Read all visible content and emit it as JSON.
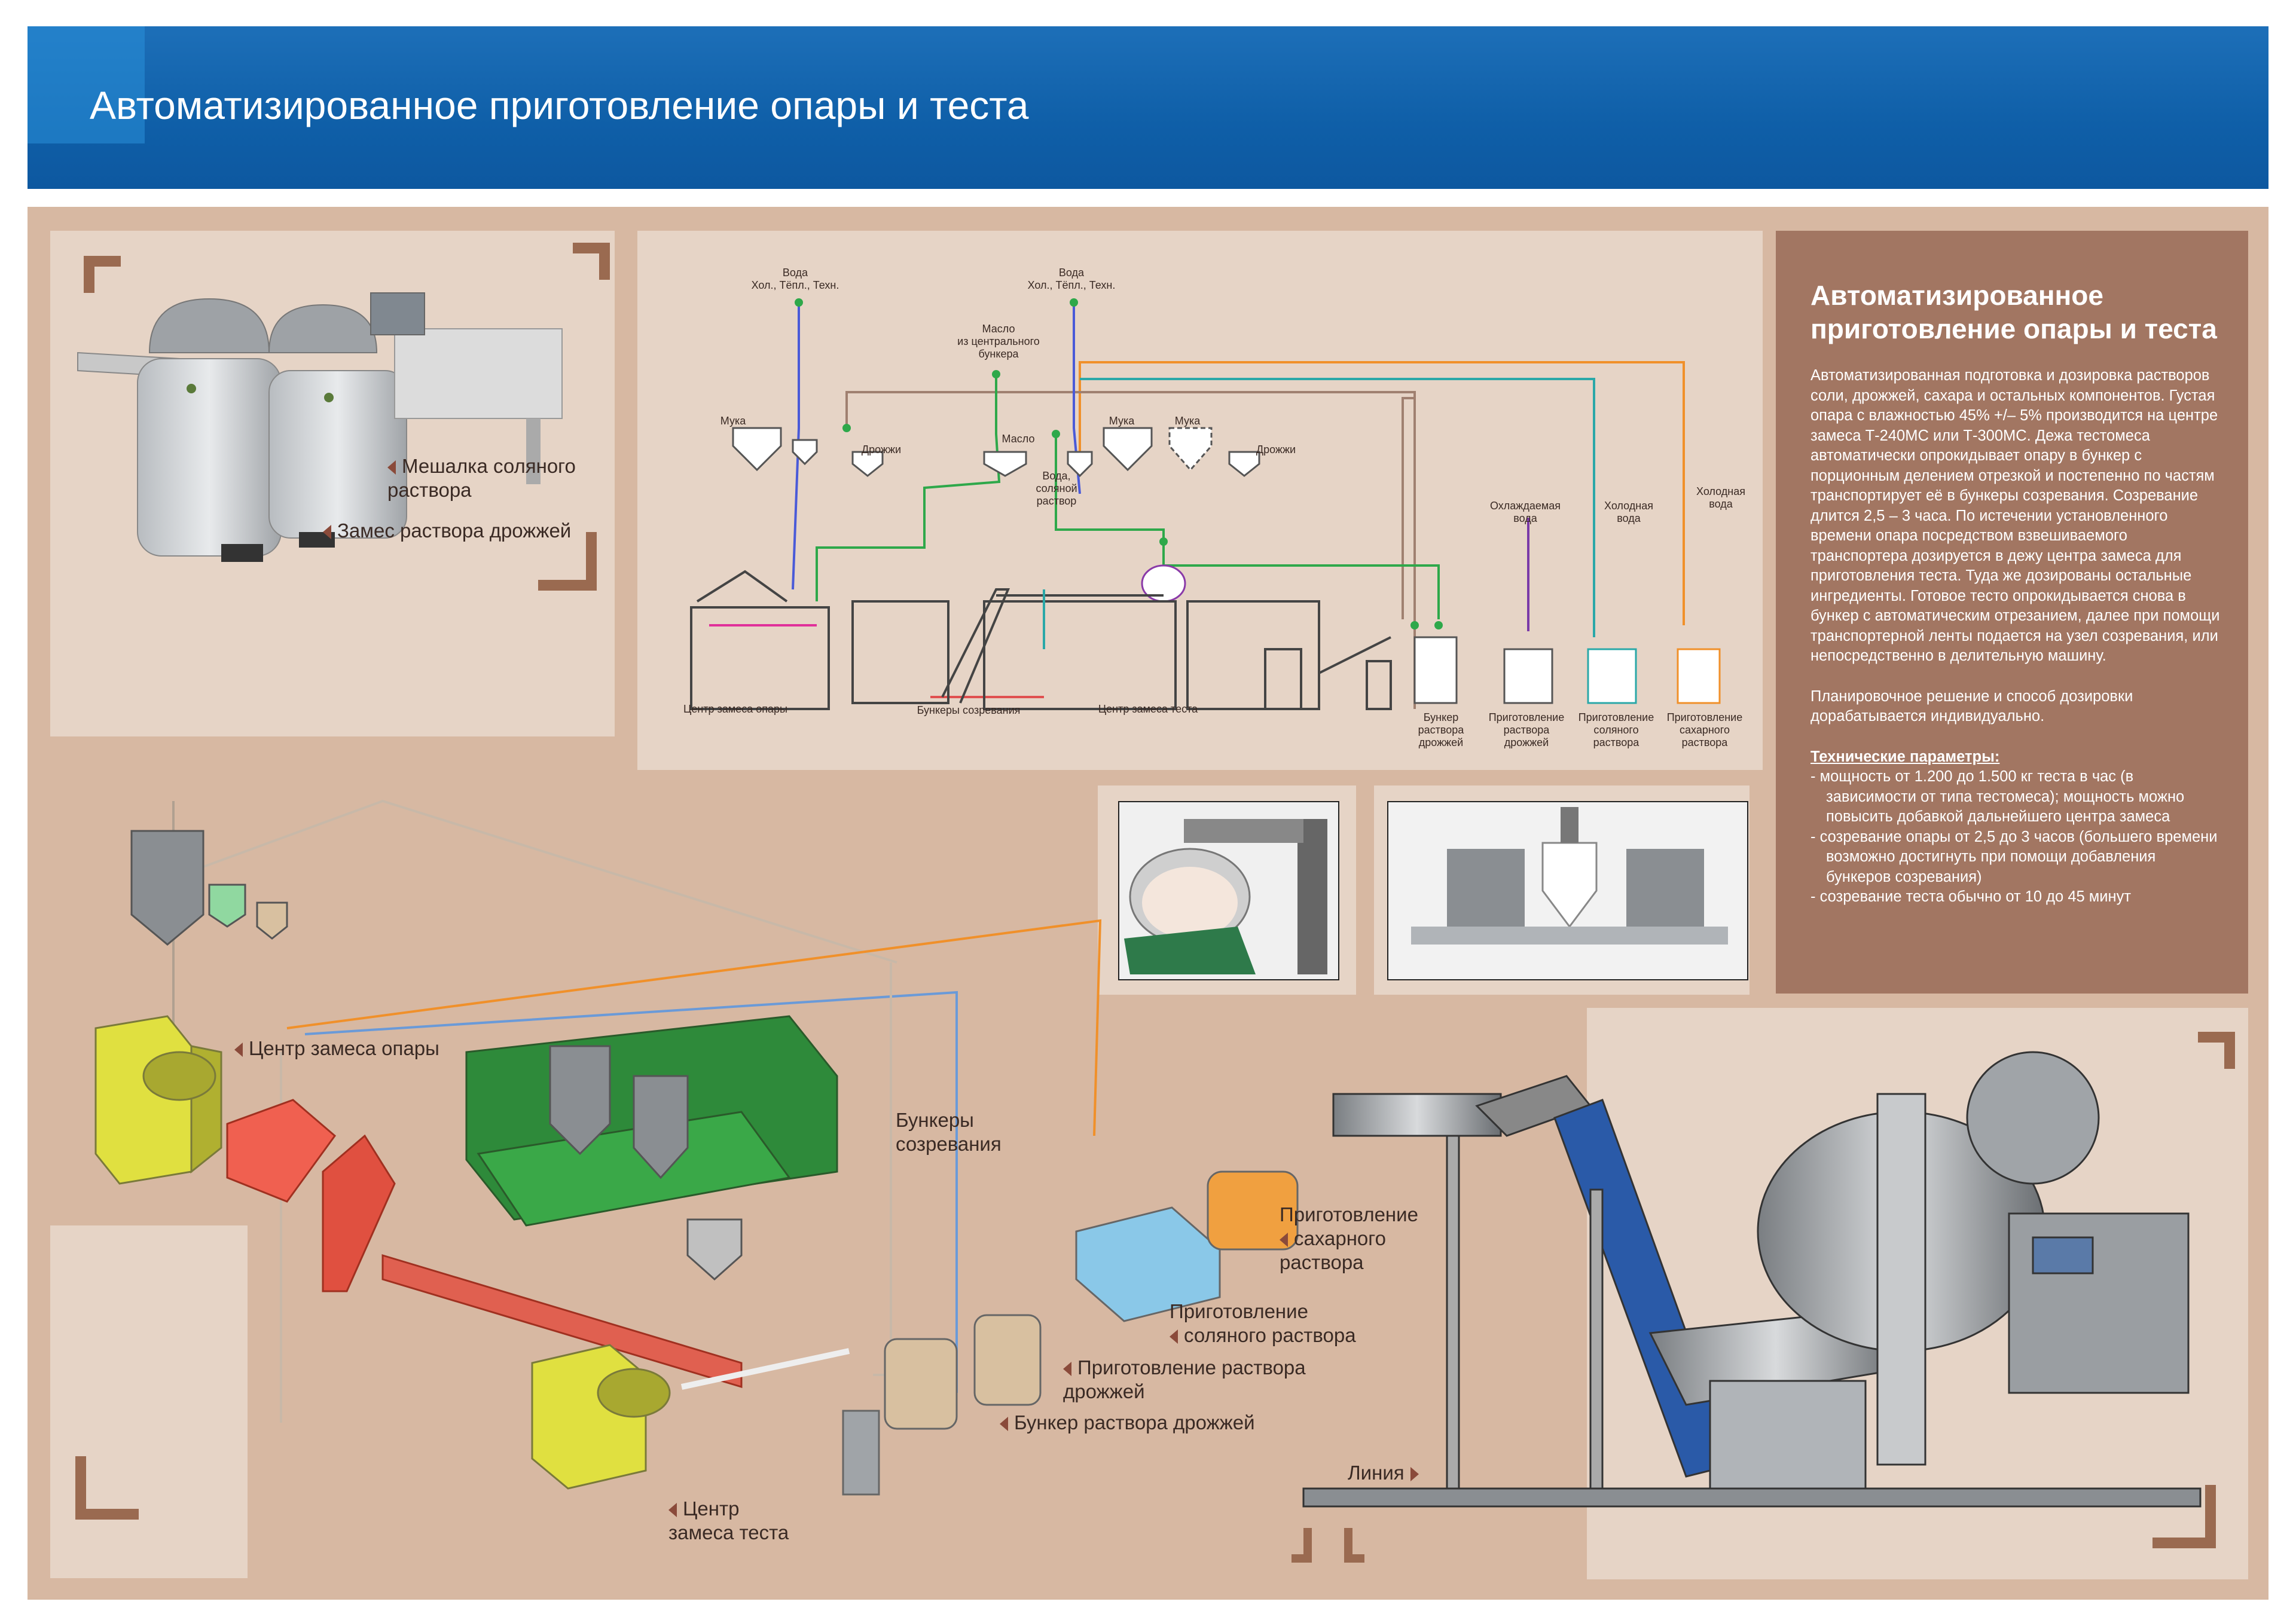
{
  "header": {
    "title": "Автоматизированное приготовление опары и теста"
  },
  "photo_mixer": {
    "labels": [
      "Мешалка соляного",
      "раствора"
    ],
    "yeast_label": "Замес раствора дрожжей"
  },
  "schematic": {
    "water_top": [
      "Вода",
      "Хол., Тёпл., Техн."
    ],
    "water_top2": [
      "Вода",
      "Хол., Тёпл., Техн."
    ],
    "oil": [
      "Масло",
      "из центрального",
      "бункера"
    ],
    "flour1": "Мука",
    "flour2": "Мука",
    "flour3": "Мука",
    "yeast1": "Дрожжи",
    "yeast2": "Дрожжи",
    "oil_small": "Масло",
    "salt_water": [
      "Вода,",
      "соляной",
      "раствор"
    ],
    "cooled_water": [
      "Охлаждаемая",
      "вода"
    ],
    "cold_water1": [
      "Холодная",
      "вода"
    ],
    "cold_water2": [
      "Холодная",
      "вода"
    ],
    "center_opara": "Центр замеса опары",
    "bunkers": "Бункеры созревания",
    "center_testo": "Центр замеса теста",
    "unit_yeast_bunker": [
      "Бункер",
      "раствора",
      "дрожжей"
    ],
    "unit_yeast_prep": [
      "Приготовление",
      "раствора",
      "дрожжей"
    ],
    "unit_salt_prep": [
      "Приготовление",
      "соляного",
      "раствора"
    ],
    "unit_sugar_prep": [
      "Приготовление",
      "сахарного",
      "раствора"
    ]
  },
  "info": {
    "title": "Автоматизированное приготовление опары и теста",
    "body1": "Автоматизированная подготовка и дозировка растворов соли, дрожжей, сахара и остальных компонентов. Густая опара с влажностью 45% +/– 5% производится на центре замеса Т-240МС или Т-300МС. Дежа тестомеса автоматически опрокидывает опару в бункер с порционным делением отрезкой и постепенно по частям транспортирует её в бункеры созревания. Созревание длится 2,5 – 3 часа. По истечении установленного времени опара посредством взвешиваемого транспортера дозируется в дежу центра замеса для приготовления теста. Туда же дозированы остальные ингредиенты. Готовое тесто опрокидывается снова в бункер с автоматическим отрезанием, далее при помощи транспортерной ленты подается на узел созревания, или непосредственно в делительную машину.",
    "body2": "Планировочное решение и способ дозировки дорабатывается индивидуально.",
    "params_title": "Технические параметры:",
    "params": [
      "-  мощность от 1.200 до 1.500 кг теста в час (в зависимости от типа тестомеса); мощность можно повысить добавкой дальнейшего центра замеса",
      "-  созревание опары от 2,5 до 3 часов (большего времени возможно достигнуть при помощи добавления бункеров созревания)",
      "-  созревание теста обычно от 10 до 45 минут"
    ]
  },
  "iso": {
    "center_opara": "Центр замеса опары",
    "bunkers": [
      "Бункеры",
      "созревания"
    ],
    "sugar": [
      "Приготовление",
      "сахарного",
      "раствора"
    ],
    "salt": [
      "Приготовление",
      "соляного раствора"
    ],
    "yeast_prep": [
      "Приготовление раствора",
      "дрожжей"
    ],
    "yeast_bunker": "Бункер раствора дрожжей",
    "center_testo": [
      "Центр",
      "замеса теста"
    ],
    "line": "Линия"
  },
  "colors": {
    "header_blue": "#0f5fa8",
    "board": "#d7b8a2",
    "info_panel": "#a27662",
    "bracket": "#9a6a50",
    "pipe_orange": "#f0902a",
    "pipe_teal": "#2aa8a8",
    "pipe_green": "#2ea84a",
    "pipe_blue": "#4a5ad8",
    "pipe_pink": "#e0309a",
    "pipe_brown": "#a08070"
  }
}
